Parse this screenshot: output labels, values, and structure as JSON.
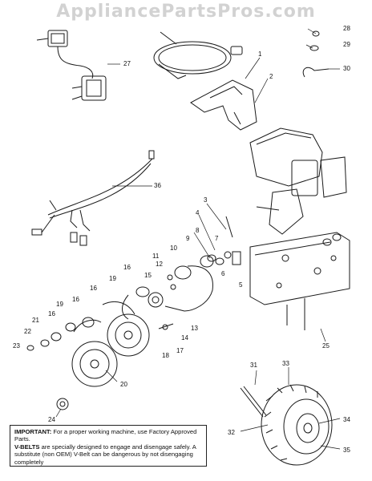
{
  "watermark": "AppliancePartsPros.com",
  "callouts": [
    "1",
    "2",
    "3",
    "4",
    "5",
    "6",
    "7",
    "8",
    "9",
    "10",
    "11",
    "12",
    "13",
    "14",
    "15",
    "16",
    "17",
    "18",
    "19",
    "20",
    "21",
    "22",
    "23",
    "24",
    "25",
    "27",
    "28",
    "29",
    "30",
    "31",
    "32",
    "33",
    "34",
    "35",
    "36"
  ],
  "notice": {
    "important_label": "IMPORTANT:",
    "important_text": " For a proper working machine, use Factory Approved Parts.",
    "vbelts_label": "V-BELTS",
    "vbelts_text": " are specially designed to engage and disengage safely. A substitute (non OEM) V-Belt can be dangerous by not disengaging completely"
  },
  "colors": {
    "line": "#1a1a1a",
    "watermark": "#d2d2d2",
    "background": "#ffffff"
  }
}
